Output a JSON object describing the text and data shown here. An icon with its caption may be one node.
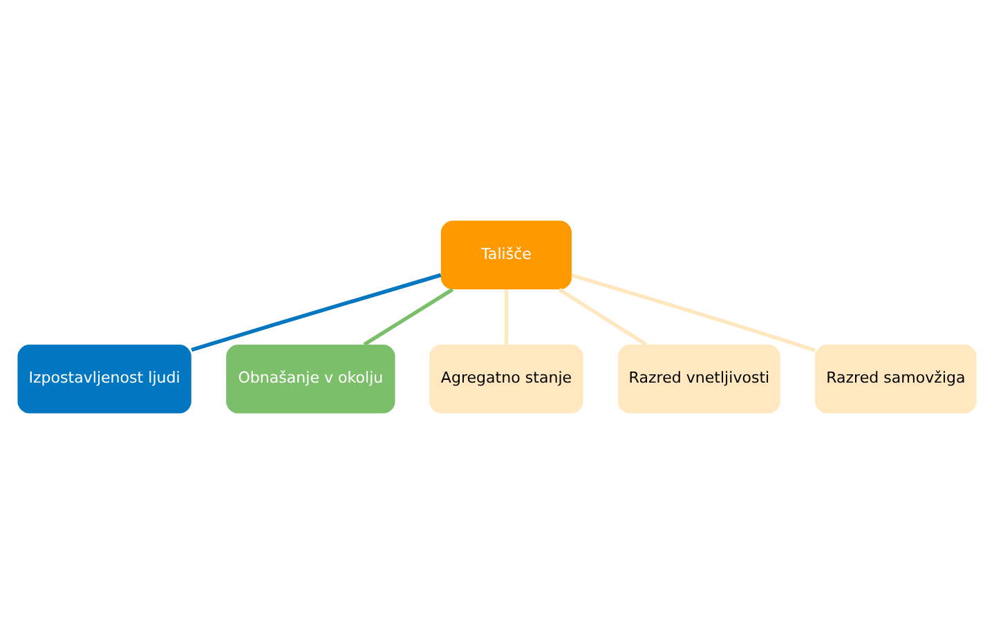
{
  "diagram": {
    "nodes": [
      {
        "text": [
          "Tališče"
        ]
      },
      {
        "text": [
          "Izpostavljenost ljudi"
        ]
      },
      {
        "text": [
          "Obnašanje v okolju"
        ]
      },
      {
        "text": [
          "Agregatno stanje"
        ]
      },
      {
        "text": [
          "Razred vnetljivosti"
        ]
      },
      {
        "text": [
          "Razred samovžiga"
        ]
      }
    ],
    "edges": [
      {
        "from": 0,
        "to": 1,
        "arrow": "none",
        "color": "#0077c0"
      },
      {
        "from": 0,
        "to": 2,
        "arrow": "none",
        "color": "#7cbf6a"
      },
      {
        "from": 0,
        "to": 3,
        "arrow": "none"
      },
      {
        "from": 0,
        "to": 4,
        "arrow": "none"
      },
      {
        "from": 0,
        "to": 5,
        "arrow": "none"
      }
    ]
  }
}
